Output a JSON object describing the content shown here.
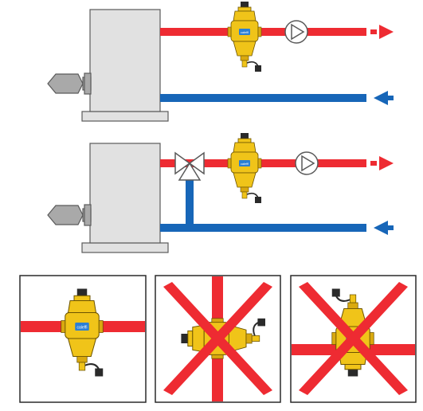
{
  "colors": {
    "supply_pipe": "#ee2b32",
    "return_pipe": "#1766b8",
    "boiler_fill": "#e1e1e1",
    "burner_fill": "#a9a9a9",
    "outline": "#5a5a5a",
    "device_body": "#f0c419",
    "device_dark": "#2a2a2a",
    "device_label": "#2b7fd4",
    "cross": "#ee2b32"
  },
  "device_label": "caleffi",
  "diagrams": [
    {
      "id": "boiler-direct",
      "components": [
        "boiler",
        "burner",
        "separator-vertical",
        "pump",
        "supply-flow-arrow",
        "return-flow-arrow"
      ]
    },
    {
      "id": "boiler-mixing-valve",
      "components": [
        "boiler",
        "burner",
        "three-way-valve",
        "bypass-pipe",
        "separator-vertical",
        "pump",
        "supply-flow-arrow",
        "return-flow-arrow"
      ]
    }
  ],
  "installation_examples": [
    {
      "orientation": "vertical-on-horizontal-pipe",
      "allowed": true
    },
    {
      "orientation": "horizontal",
      "allowed": false
    },
    {
      "orientation": "upside-down",
      "allowed": false
    }
  ]
}
